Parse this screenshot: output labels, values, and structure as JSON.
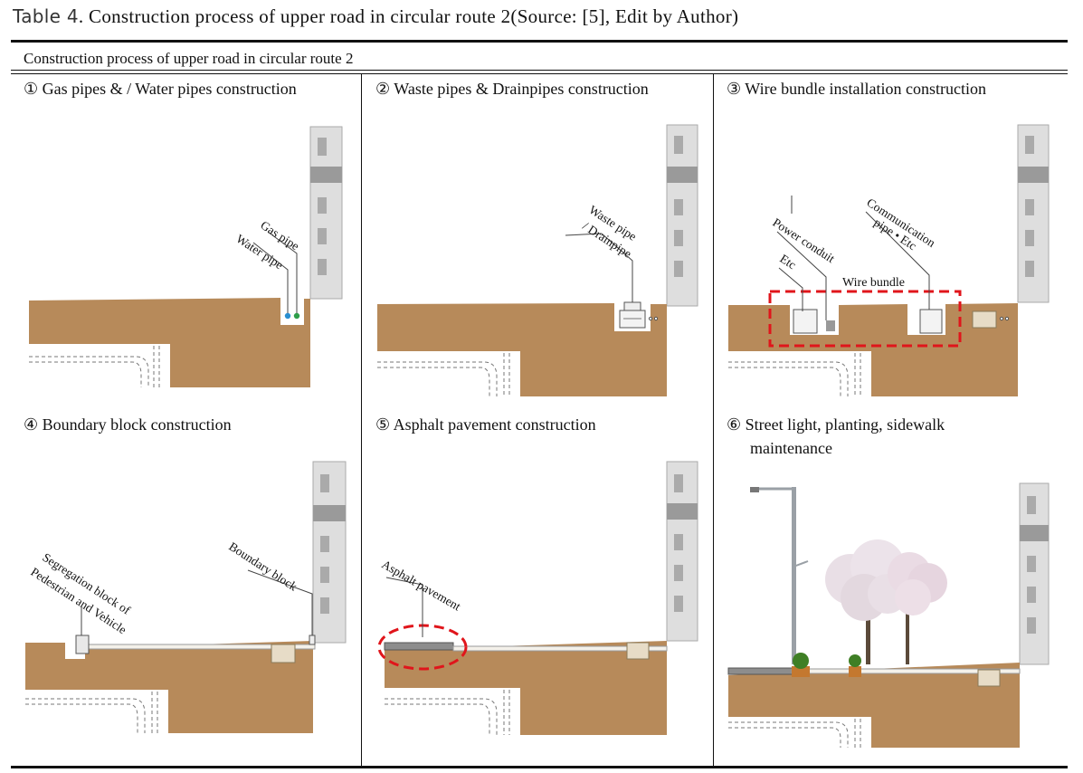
{
  "caption": {
    "label": "Table 4",
    "text": ". Construction process of upper road in circular route 2(Source: [5], Edit by Author)"
  },
  "header": "Construction process of upper road in circular route 2",
  "cells": [
    {
      "title": "① Gas pipes & / Water pipes construction",
      "labels": [
        "Gas pipe",
        "Water pipe"
      ]
    },
    {
      "title": "② Waste pipes & Drainpipes construction",
      "labels": [
        "Waste pipe",
        "/ Drainpipe"
      ]
    },
    {
      "title": "③ Wire bundle installation construction",
      "labels": [
        "Communication",
        "pipe • Etc",
        "Power conduit",
        "Etc",
        "Wire bundle"
      ]
    },
    {
      "title": "④ Boundary block construction",
      "labels": [
        "Segregation block of",
        "Pedestrian and Vehicle",
        "Boundary block"
      ]
    },
    {
      "title": "⑤ Asphalt pavement construction",
      "labels": [
        "Asphalt pavement"
      ]
    },
    {
      "title_lines": [
        "⑥ Street light, planting, sidewalk",
        "maintenance"
      ]
    }
  ],
  "colors": {
    "soil": "#b78a5a",
    "building": "#dedede",
    "building_dark": "#9a9a9a",
    "gas_pipe": "#2f9e4a",
    "water_pipe": "#2a8fd0",
    "highlight": "#e0151b",
    "planter": "#c4782f",
    "shrub": "#3f7f25",
    "tree_bloom": "#e9dfe6",
    "pole": "#9aa0a6"
  }
}
